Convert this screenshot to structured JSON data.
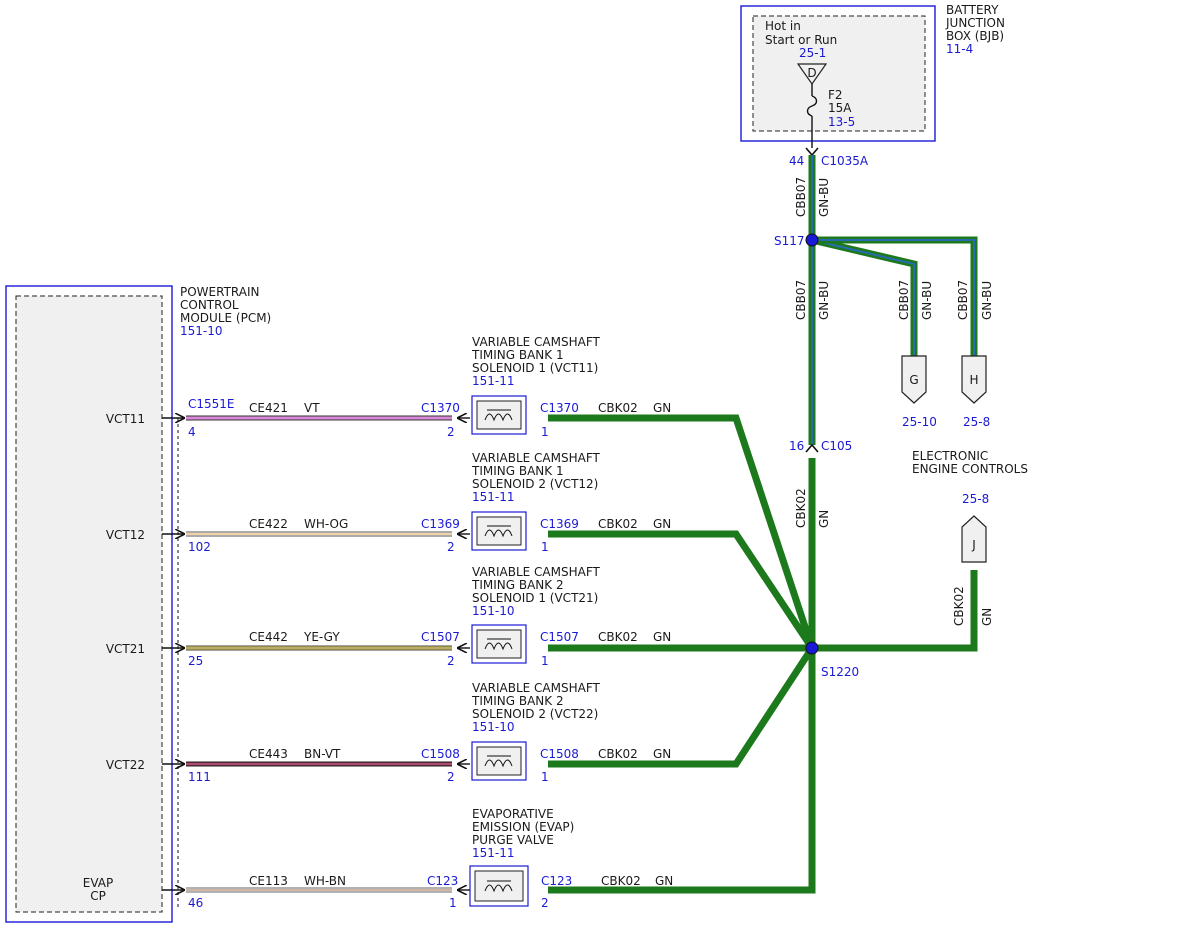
{
  "bjb": {
    "title_lines": [
      "BATTERY",
      "JUNCTION",
      "BOX (BJB)"
    ],
    "ref": "11-4",
    "hot_lines": [
      "Hot in",
      "Start or Run"
    ],
    "hot_ref": "25-1",
    "connector_letter": "D",
    "fuse_name": "F2",
    "fuse_rating": "15A",
    "fuse_ref": "13-5"
  },
  "pcm": {
    "title_lines": [
      "POWERTRAIN",
      "CONTROL",
      "MODULE (PCM)"
    ],
    "ref": "151-10",
    "connector": "C1551E",
    "pins": [
      {
        "name": "VCT11",
        "pin": "4"
      },
      {
        "name": "VCT12",
        "pin": "102"
      },
      {
        "name": "VCT21",
        "pin": "25"
      },
      {
        "name": "VCT22",
        "pin": "111"
      },
      {
        "name_lines": [
          "EVAP",
          "CP"
        ],
        "pin": "46"
      }
    ]
  },
  "circuits": [
    {
      "circuit": "CE421",
      "color": "VT",
      "conn": "C1370",
      "pin_in": "2",
      "pin_out": "1",
      "out_conn": "C1370",
      "out_circuit": "CBK02",
      "out_color": "GN",
      "title_lines": [
        "VARIABLE CAMSHAFT",
        "TIMING BANK 1",
        "SOLENOID 1 (VCT11)"
      ],
      "ref": "151-11"
    },
    {
      "circuit": "CE422",
      "color": "WH-OG",
      "conn": "C1369",
      "pin_in": "2",
      "pin_out": "1",
      "out_conn": "C1369",
      "out_circuit": "CBK02",
      "out_color": "GN",
      "title_lines": [
        "VARIABLE CAMSHAFT",
        "TIMING BANK 1",
        "SOLENOID 2 (VCT12)"
      ],
      "ref": "151-11"
    },
    {
      "circuit": "CE442",
      "color": "YE-GY",
      "conn": "C1507",
      "pin_in": "2",
      "pin_out": "1",
      "out_conn": "C1507",
      "out_circuit": "CBK02",
      "out_color": "GN",
      "title_lines": [
        "VARIABLE CAMSHAFT",
        "TIMING BANK 2",
        "SOLENOID 1 (VCT21)"
      ],
      "ref": "151-10"
    },
    {
      "circuit": "CE443",
      "color": "BN-VT",
      "conn": "C1508",
      "pin_in": "2",
      "pin_out": "1",
      "out_conn": "C1508",
      "out_circuit": "CBK02",
      "out_color": "GN",
      "title_lines": [
        "VARIABLE CAMSHAFT",
        "TIMING BANK 2",
        "SOLENOID 2 (VCT22)"
      ],
      "ref": "151-10"
    },
    {
      "circuit": "CE113",
      "color": "WH-BN",
      "conn": "C123",
      "pin_in": "1",
      "pin_out": "2",
      "out_conn": "C123",
      "out_circuit": "CBK02",
      "out_color": "GN",
      "title_lines": [
        "EVAPORATIVE",
        "EMISSION (EVAP)",
        "PURGE VALVE"
      ],
      "ref": "151-11"
    }
  ],
  "c1035a": {
    "pin": "44",
    "name": "C1035A"
  },
  "s117": {
    "name": "S117"
  },
  "s1220": {
    "name": "S1220"
  },
  "c105": {
    "pin": "16",
    "name": "C105"
  },
  "feed_wire": {
    "circuit": "CBB07",
    "color": "GN-BU"
  },
  "riser_wire": {
    "circuit": "CBB07",
    "color": "GN-BU"
  },
  "branch_g": {
    "circuit": "CBB07",
    "color": "GN-BU",
    "letter": "G",
    "ref": "25-10"
  },
  "branch_h": {
    "circuit": "CBB07",
    "color": "GN-BU",
    "letter": "H",
    "ref": "25-8"
  },
  "lower_wire": {
    "circuit": "CBK02",
    "color": "GN"
  },
  "eec": {
    "title_lines": [
      "ELECTRONIC",
      "ENGINE CONTROLS"
    ],
    "ref": "25-8",
    "letter": "J",
    "circuit": "CBK02",
    "color": "GN"
  },
  "colors": {
    "label_blue": "#1a1ad6",
    "wire_green": "#1c7a1c",
    "wire_blue_stripe": "#2a6ab0",
    "violet": "#d88ad8",
    "brown_violet": "#8a2a3a",
    "yellow": "#e6d24a",
    "orange_stripe": "#e6a050",
    "panel_grey": "#f0f0f0"
  }
}
